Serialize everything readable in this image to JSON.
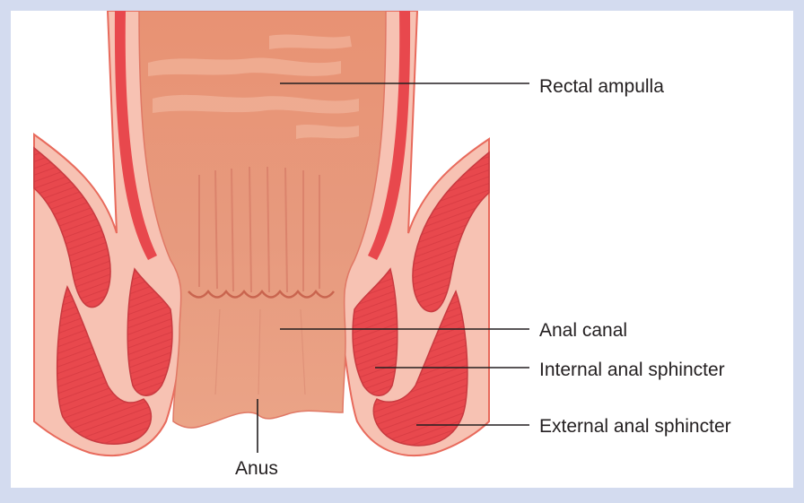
{
  "labels": {
    "rectal_ampulla": "Rectal ampulla",
    "anal_canal": "Anal canal",
    "internal_sphincter": "Internal anal sphincter",
    "external_sphincter": "External anal sphincter",
    "anus": "Anus"
  },
  "colors": {
    "background": "#d3dbef",
    "panel": "#ffffff",
    "mucosa": "#e8957a",
    "wall_pink": "#f7c2b3",
    "muscle_red": "#e8484d",
    "fat": "#f9c089",
    "leader_line": "#231f20"
  }
}
